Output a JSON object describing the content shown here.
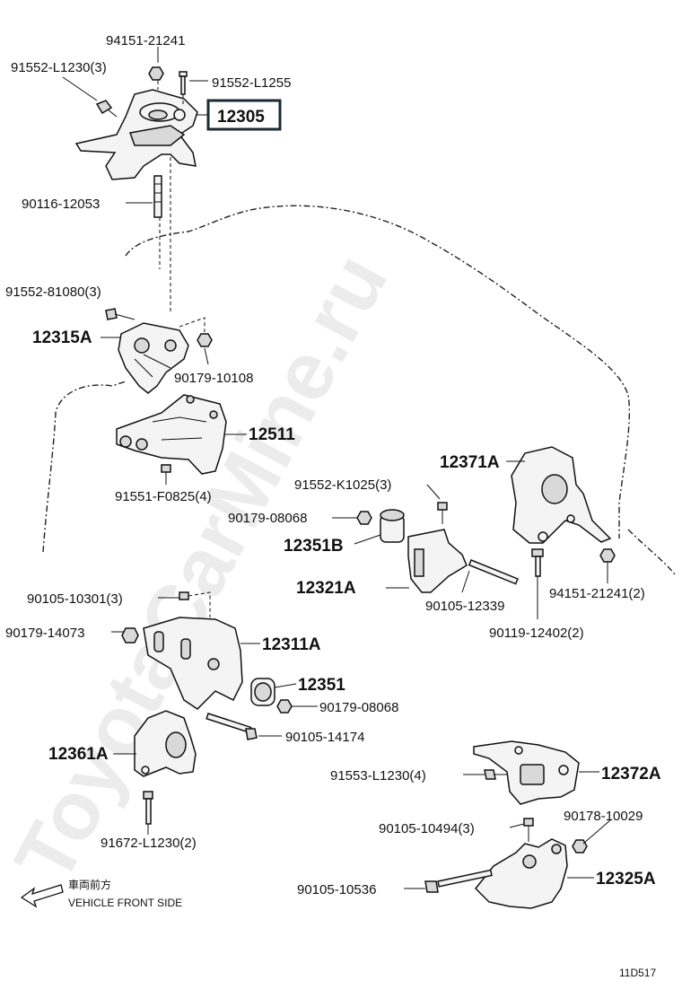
{
  "watermark": "ToyotaCarMine.ru",
  "diagram_code": "11D517",
  "highlight_part": "12305",
  "direction": {
    "label_jp": "車両前方",
    "label_en": "VEHICLE FRONT SIDE"
  },
  "labels": {
    "p94151_21241": "94151-21241",
    "p91552_L1230_3": "91552-L1230(3)",
    "p91552_L1255": "91552-L1255",
    "p12305": "12305",
    "p90116_12053": "90116-12053",
    "p91552_81080_3": "91552-81080(3)",
    "p12315A": "12315A",
    "p90179_10108": "90179-10108",
    "p12511": "12511",
    "p91551_F0825_4": "91551-F0825(4)",
    "p12371A": "12371A",
    "p91552_K1025_3": "91552-K1025(3)",
    "p90179_08068_a": "90179-08068",
    "p12351B": "12351B",
    "p12321A": "12321A",
    "p90105_12339": "90105-12339",
    "p94151_21241_2": "94151-21241(2)",
    "p90119_12402_2": "90119-12402(2)",
    "p90105_10301_3": "90105-10301(3)",
    "p90179_14073": "90179-14073",
    "p12311A": "12311A",
    "p12351": "12351",
    "p90179_08068_b": "90179-08068",
    "p90105_14174": "90105-14174",
    "p12361A": "12361A",
    "p91553_L1230_4": "91553-L1230(4)",
    "p12372A": "12372A",
    "p90105_10494_3": "90105-10494(3)",
    "p90178_10029": "90178-10029",
    "p91672_L1230_2": "91672-L1230(2)",
    "p90105_10536": "90105-10536",
    "p12325A": "12325A"
  }
}
